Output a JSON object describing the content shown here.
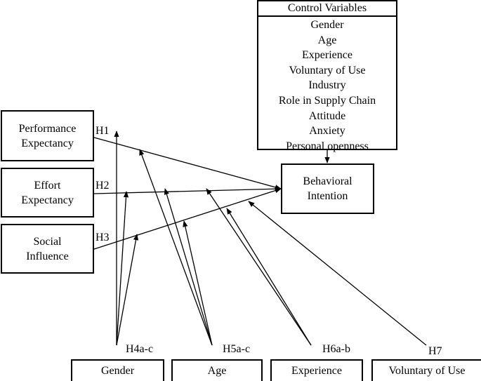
{
  "control_variables": {
    "title": "Control Variables",
    "items": [
      "Gender",
      "Age",
      "Experience",
      "Voluntary of Use",
      "Industry",
      "Role in Supply Chain",
      "Attitude",
      "Anxiety",
      "Personal openness"
    ]
  },
  "predictors": {
    "performance": [
      "Performance",
      "Expectancy"
    ],
    "effort": [
      "Effort",
      "Expectancy"
    ],
    "social": [
      "Social",
      "Influence"
    ]
  },
  "outcome": [
    "Behavioral",
    "Intention"
  ],
  "moderators": {
    "gender": "Gender",
    "age": "Age",
    "experience": "Experience",
    "voluntary": "Voluntary of Use"
  },
  "hypotheses": {
    "h1": "H1",
    "h2": "H2",
    "h3": "H3",
    "h4": "H4a-c",
    "h5": "H5a-c",
    "h6": "H6a-b",
    "h7": "H7"
  }
}
